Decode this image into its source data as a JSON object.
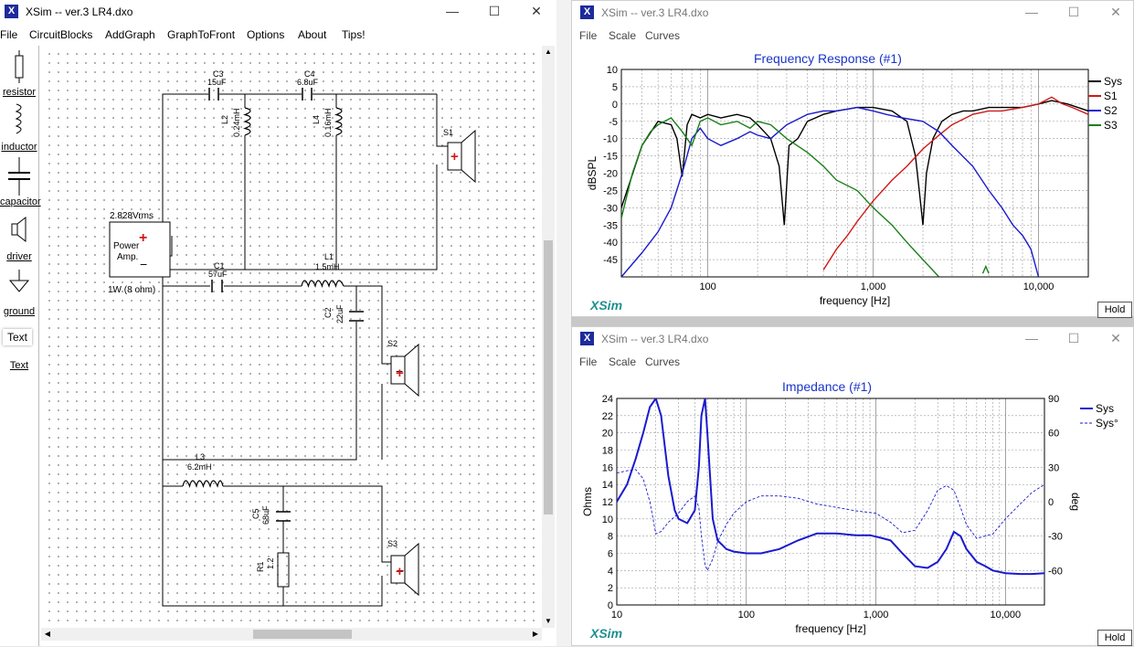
{
  "main_window": {
    "title": "XSim -- ver.3 LR4.dxo",
    "menu": [
      "File",
      "CircuitBlocks",
      "AddGraph",
      "GraphToFront",
      "Options",
      "About",
      "Tips!"
    ],
    "palette": [
      {
        "icon": "resistor-icon",
        "label": "resistor"
      },
      {
        "icon": "inductor-icon",
        "label": "inductor"
      },
      {
        "icon": "capacitor-icon",
        "label": "capacitor"
      },
      {
        "icon": "driver-icon",
        "label": "driver"
      },
      {
        "icon": "ground-icon",
        "label": "ground"
      },
      {
        "icon": "text-icon",
        "label": "Text",
        "underlined_label": "Text"
      }
    ],
    "circuit": {
      "source_voltage": "2.828Vrms",
      "source_label_1": "Power",
      "source_label_2": "Amp.",
      "source_impedance": "1W (8 ohm)",
      "plus": "+",
      "minus": "−",
      "c3_name": "C3",
      "c3_value": "15uF",
      "c4_name": "C4",
      "c4_value": "6.8uF",
      "l2_name": "L2",
      "l2_value": "0.24mH",
      "l4_name": "L4",
      "l4_value": "0.16mH",
      "c1_name": "C1",
      "c1_value": "57uF",
      "l1_name": "L1",
      "l1_value": "1.5mH",
      "c2_name": "C2",
      "c2_value": "22uF",
      "l3_name": "L3",
      "l3_value": "6.2mH",
      "c5_name": "C5",
      "c5_value": "68uF",
      "r1_name": "R1",
      "r1_value": "1.2",
      "s1": "S1",
      "s2": "S2",
      "s3": "S3"
    }
  },
  "freq_window": {
    "title": "XSim -- ver.3 LR4.dxo",
    "menu": [
      "File",
      "Scale",
      "Curves"
    ],
    "hold_label": "Hold",
    "logo": "XSim"
  },
  "imp_window": {
    "title": "XSim -- ver.3 LR4.dxo",
    "menu": [
      "File",
      "Scale",
      "Curves"
    ],
    "hold_label": "Hold",
    "logo": "XSim"
  },
  "chart_data": [
    {
      "type": "line",
      "title": "Frequency Response (#1)",
      "xlabel": "frequency [Hz]",
      "ylabel": "dBSPL",
      "xscale": "log",
      "xlim": [
        30,
        20000
      ],
      "ylim": [
        -50,
        10
      ],
      "yticks": [
        10,
        5,
        0,
        -5,
        -10,
        -15,
        -20,
        -25,
        -30,
        -35,
        -40,
        -45
      ],
      "xticks": [
        {
          "value": 100,
          "label": "100"
        },
        {
          "value": 1000,
          "label": "1,000"
        },
        {
          "value": 10000,
          "label": "10,000"
        }
      ],
      "grid": true,
      "legend": "right",
      "series": [
        {
          "name": "Sys",
          "color": "#000000",
          "x": [
            30,
            40,
            50,
            60,
            65,
            70,
            75,
            80,
            90,
            100,
            120,
            150,
            180,
            200,
            240,
            270,
            290,
            310,
            350,
            400,
            500,
            600,
            800,
            1000,
            1300,
            1600,
            1800,
            1900,
            2000,
            2100,
            2300,
            2600,
            3000,
            3500,
            4000,
            5000,
            6000,
            8000,
            10000,
            12000,
            15000,
            20000
          ],
          "y": [
            -30,
            -12,
            -5,
            -6,
            -10,
            -21,
            -6,
            -3,
            -4,
            -3,
            -4,
            -3,
            -4,
            -6,
            -10,
            -18,
            -35,
            -12,
            -10,
            -5,
            -3,
            -2,
            -1,
            -1,
            -2,
            -5,
            -15,
            -25,
            -35,
            -20,
            -10,
            -5,
            -3,
            -2,
            -2,
            -1,
            -1,
            -1,
            0,
            1,
            0,
            -2
          ]
        },
        {
          "name": "S1",
          "color": "#d01818",
          "x": [
            500,
            600,
            700,
            800,
            1000,
            1300,
            1600,
            2000,
            2500,
            3000,
            4000,
            5000,
            6000,
            8000,
            10000,
            12000,
            14000,
            16000,
            20000
          ],
          "y": [
            -48,
            -42,
            -38,
            -34,
            -28,
            -22,
            -18,
            -13,
            -9,
            -6,
            -3,
            -2,
            -2,
            -1,
            0,
            2,
            0,
            -1,
            -3
          ]
        },
        {
          "name": "S2",
          "color": "#1a1ad0",
          "x": [
            30,
            40,
            50,
            60,
            70,
            80,
            90,
            100,
            120,
            150,
            180,
            200,
            240,
            300,
            400,
            500,
            600,
            800,
            1000,
            1200,
            1500,
            2000,
            2500,
            3000,
            4000,
            5000,
            6000,
            7000,
            8000,
            9000,
            10000
          ],
          "y": [
            -50,
            -43,
            -37,
            -30,
            -20,
            -10,
            -7,
            -10,
            -12,
            -10,
            -8,
            -9,
            -10,
            -6,
            -3,
            -2,
            -2,
            -1,
            -2,
            -3,
            -4,
            -5,
            -8,
            -12,
            -18,
            -25,
            -30,
            -35,
            -38,
            -42,
            -50
          ]
        },
        {
          "name": "S3",
          "color": "#188018",
          "x": [
            30,
            35,
            40,
            45,
            50,
            60,
            70,
            80,
            90,
            100,
            120,
            150,
            180,
            200,
            240,
            300,
            400,
            500,
            600,
            800,
            1000,
            1300,
            1600,
            2000,
            2500
          ],
          "y": [
            -33,
            -20,
            -12,
            -8,
            -6,
            -4,
            -8,
            -12,
            -5,
            -4,
            -6,
            -5,
            -7,
            -5,
            -6,
            -10,
            -14,
            -18,
            -22,
            -25,
            -30,
            -35,
            -40,
            -45,
            -50
          ]
        },
        {
          "name": "",
          "color": "#188018",
          "x": [
            4600,
            4800,
            5000
          ],
          "y": [
            -49,
            -47,
            -49
          ]
        }
      ]
    },
    {
      "type": "line",
      "title": "Impedance (#1)",
      "xlabel": "frequency [Hz]",
      "ylabel": "Ohms",
      "y2label": "deg",
      "xscale": "log",
      "xlim": [
        10,
        20000
      ],
      "ylim": [
        0,
        24
      ],
      "yticks": [
        0,
        2,
        4,
        6,
        8,
        10,
        12,
        14,
        16,
        18,
        20,
        22,
        24
      ],
      "y2lim": [
        -90,
        90
      ],
      "y2ticks": [
        90,
        60,
        30,
        0,
        -30,
        -60
      ],
      "xticks": [
        {
          "value": 10,
          "label": "10"
        },
        {
          "value": 100,
          "label": "100"
        },
        {
          "value": 1000,
          "label": "1,000"
        },
        {
          "value": 10000,
          "label": "10,000"
        }
      ],
      "grid": true,
      "legend": "top-right",
      "series": [
        {
          "name": "Sys",
          "axis": "left",
          "color": "#1a1ad0",
          "x": [
            10,
            12,
            14,
            16,
            18,
            20,
            22,
            25,
            28,
            30,
            35,
            40,
            43,
            45,
            48,
            50,
            55,
            60,
            65,
            70,
            80,
            100,
            130,
            180,
            250,
            350,
            500,
            700,
            900,
            1100,
            1300,
            1600,
            2000,
            2500,
            3000,
            3500,
            4000,
            4500,
            5000,
            6000,
            7000,
            8000,
            10000,
            13000,
            16000,
            20000
          ],
          "y": [
            12,
            14,
            17,
            20,
            23,
            24,
            22,
            15,
            11,
            10,
            9.5,
            11,
            16,
            22,
            24,
            20,
            10,
            7.5,
            7,
            6.5,
            6.2,
            6,
            6,
            6.5,
            7.5,
            8.3,
            8.3,
            8.1,
            8.1,
            7.8,
            7.5,
            6,
            4.5,
            4.3,
            5,
            6.5,
            8.5,
            8,
            6.5,
            5,
            4.5,
            4,
            3.7,
            3.6,
            3.6,
            3.7
          ]
        },
        {
          "name": "Sys°",
          "axis": "right",
          "dashed": true,
          "color": "#1a1ad0",
          "x": [
            10,
            12,
            14,
            16,
            18,
            20,
            22,
            25,
            30,
            35,
            40,
            43,
            45,
            48,
            50,
            55,
            60,
            70,
            80,
            100,
            130,
            180,
            250,
            350,
            500,
            700,
            1000,
            1300,
            1600,
            2000,
            2500,
            3000,
            3500,
            4000,
            4500,
            5000,
            6000,
            8000,
            10000,
            13000,
            16000,
            20000
          ],
          "y": [
            25,
            27,
            28,
            20,
            0,
            -28,
            -26,
            -18,
            -10,
            0,
            5,
            -5,
            -30,
            -55,
            -60,
            -50,
            -35,
            -20,
            -10,
            0,
            5,
            5,
            3,
            -2,
            -5,
            -8,
            -10,
            -18,
            -27,
            -25,
            -8,
            10,
            14,
            10,
            -5,
            -20,
            -32,
            -28,
            -15,
            -2,
            8,
            15
          ]
        }
      ]
    }
  ]
}
